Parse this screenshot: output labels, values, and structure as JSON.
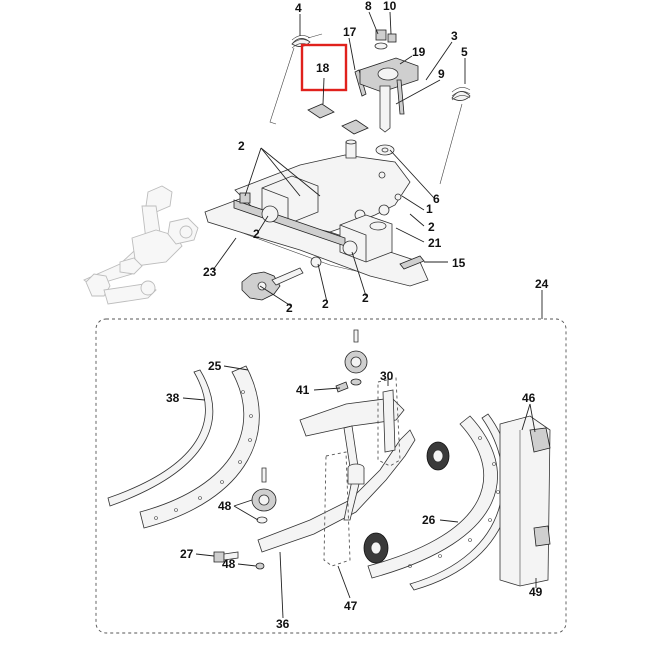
{
  "highlight_color": "#e0211c",
  "callouts": {
    "c1": "1",
    "c2a": "2",
    "c2b": "2",
    "c2c": "2",
    "c2d": "2",
    "c2e": "2",
    "c3": "3",
    "c4": "4",
    "c5": "5",
    "c6": "6",
    "c8": "8",
    "c9": "9",
    "c10": "10",
    "c15": "15",
    "c17": "17",
    "c18": "18",
    "c19": "19",
    "c21": "21",
    "c23": "23",
    "c24": "24",
    "c25": "25",
    "c26": "26",
    "c27": "27",
    "c30": "30",
    "c36": "36",
    "c38": "38",
    "c41": "41",
    "c46": "46",
    "c47": "47",
    "c48a": "48",
    "c48b": "48",
    "c49": "49"
  }
}
